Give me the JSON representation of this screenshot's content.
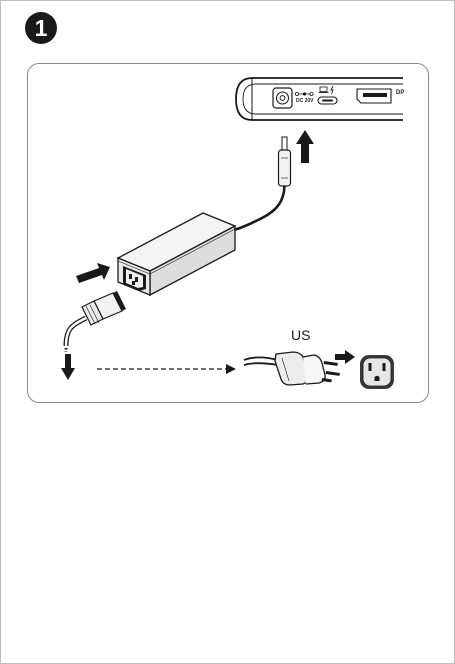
{
  "step": {
    "number": "1"
  },
  "labels": {
    "region": "US",
    "dc_port": "DC 20V",
    "dp_port": "DP"
  },
  "icons": [
    "dc-polarity-icon",
    "laptop-icon",
    "thunderbolt-icon",
    "up-arrow-icon",
    "right-arrow-icon",
    "down-arrow-icon",
    "dashed-right-arrow-icon"
  ],
  "colors": {
    "ink": "#1a1a1a",
    "adapter_body": "#e6e6e6",
    "panel_border": "#8a8a8a"
  }
}
